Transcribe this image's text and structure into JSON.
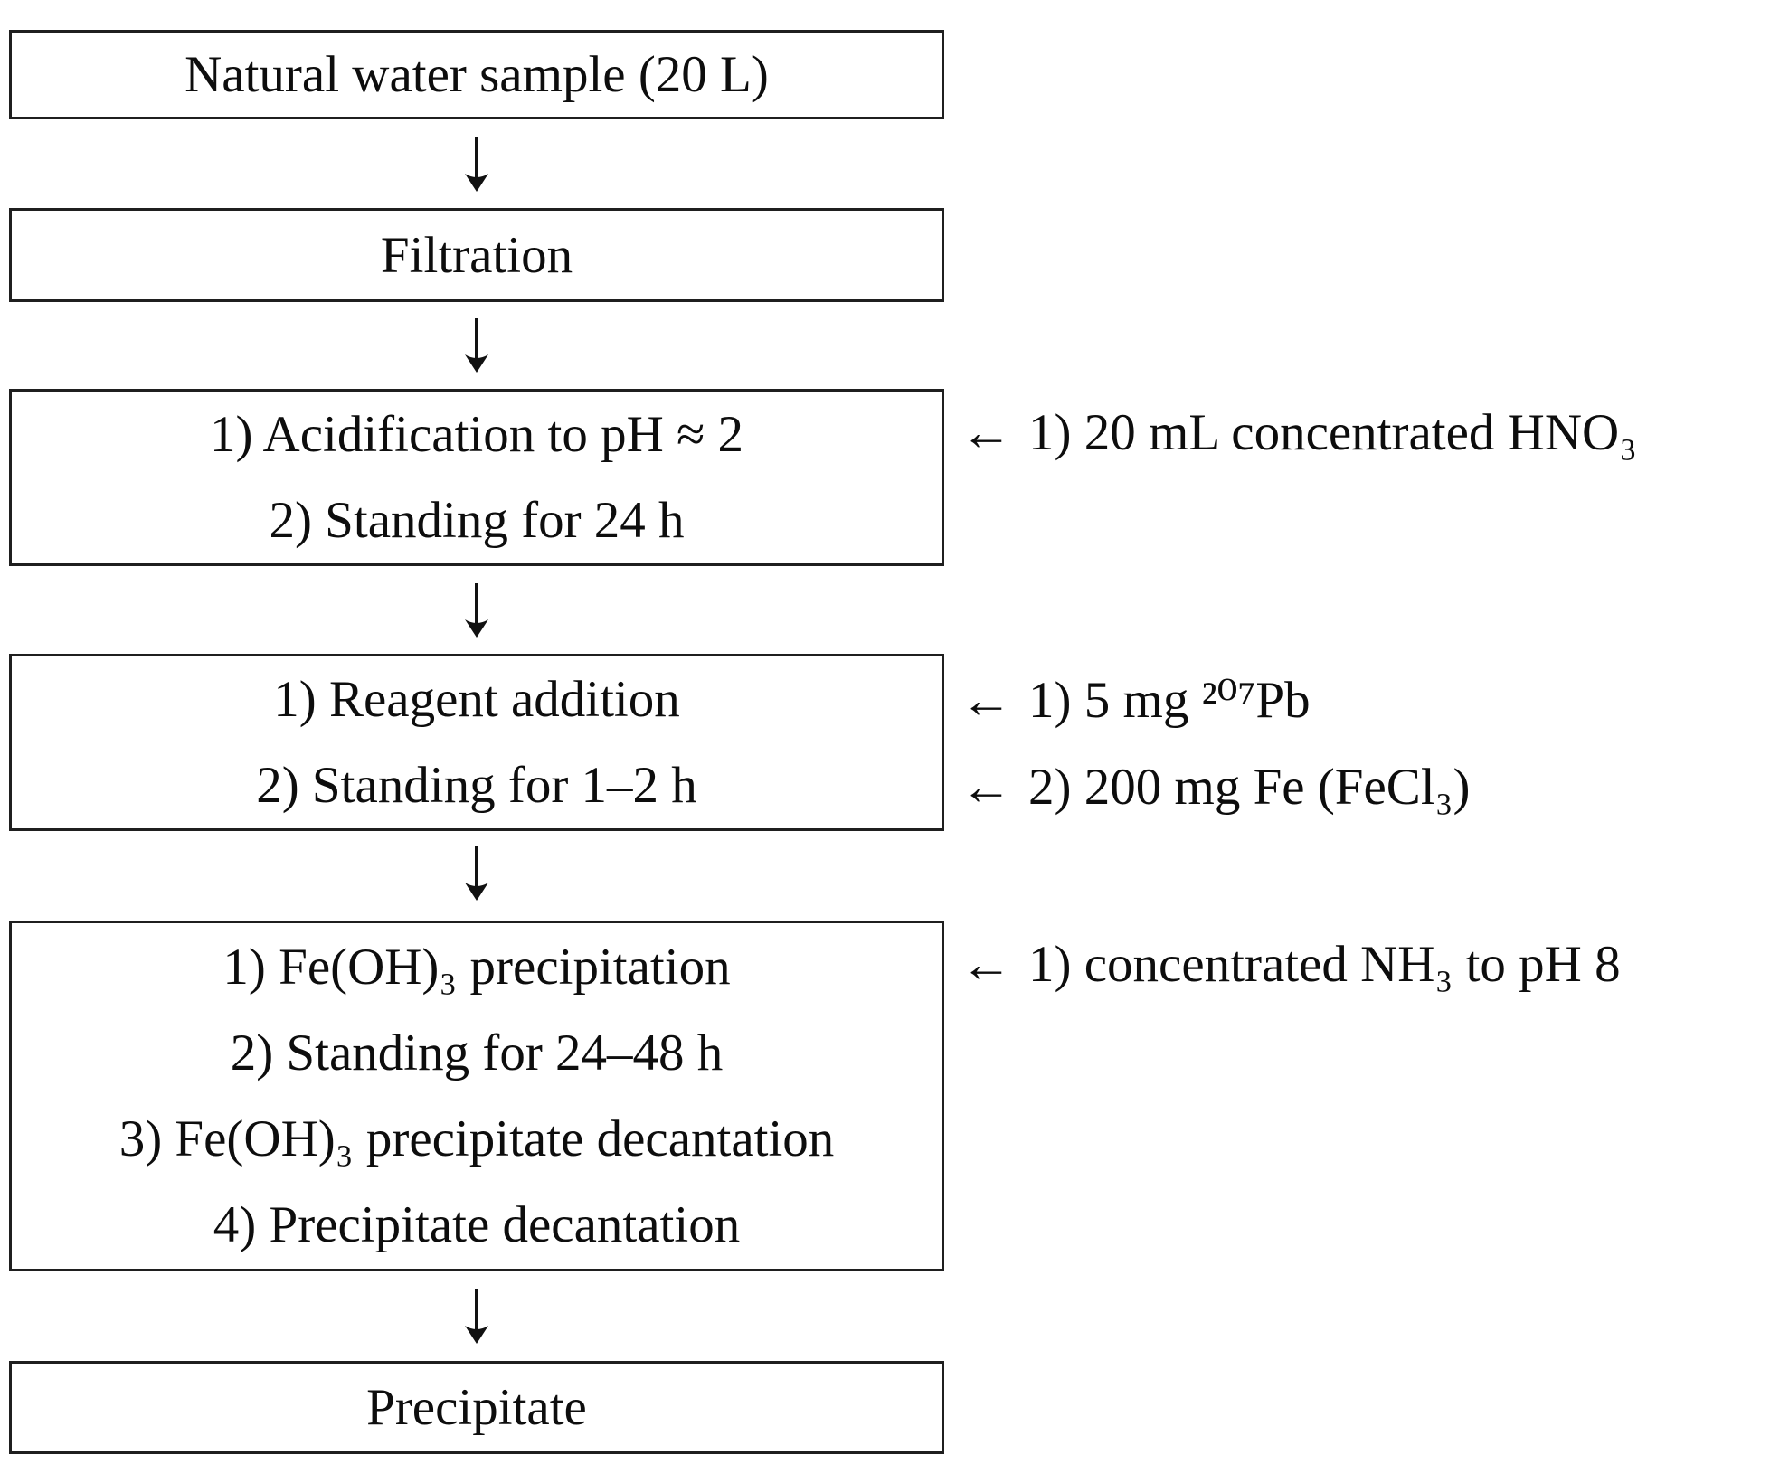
{
  "diagram": {
    "title_semantic": "Coprecipitation procedure flowchart for natural water sample",
    "colors": {
      "background": "#ffffff",
      "text": "#0d0d0d",
      "box_border": "#1f1f1f"
    },
    "boxes": [
      {
        "id": "natural-water-sample",
        "lines": [
          "Natural water sample (20 L)"
        ]
      },
      {
        "id": "filtration",
        "lines": [
          "Filtration"
        ]
      },
      {
        "id": "acidification",
        "lines": [
          "1) Acidification to pH ≈ 2",
          "2) Standing for 24 h"
        ]
      },
      {
        "id": "reagent-addition",
        "lines": [
          "1) Reagent addition",
          "2) Standing for 1–2 h"
        ]
      },
      {
        "id": "precipitation",
        "lines": [
          "1) Fe(OH)₃ precipitation",
          "2) Standing for 24–48 h",
          "3) Fe(OH)₃ precipitate decantation",
          "4) Precipitate decantation"
        ]
      },
      {
        "id": "precipitate",
        "lines": [
          "Precipitate"
        ]
      }
    ],
    "annotations": [
      {
        "arrow": "←",
        "text": "1) 20 mL concentrated HNO₃"
      },
      {
        "arrow": "←",
        "text": "1) 5 mg ²⁰⁷Pb"
      },
      {
        "arrow": "←",
        "text": "2) 200 mg Fe (FeCl₃)"
      },
      {
        "arrow": "←",
        "text": "1) concentrated NH₃ to pH 8"
      }
    ],
    "flow_arrow_glyph": "↓"
  }
}
